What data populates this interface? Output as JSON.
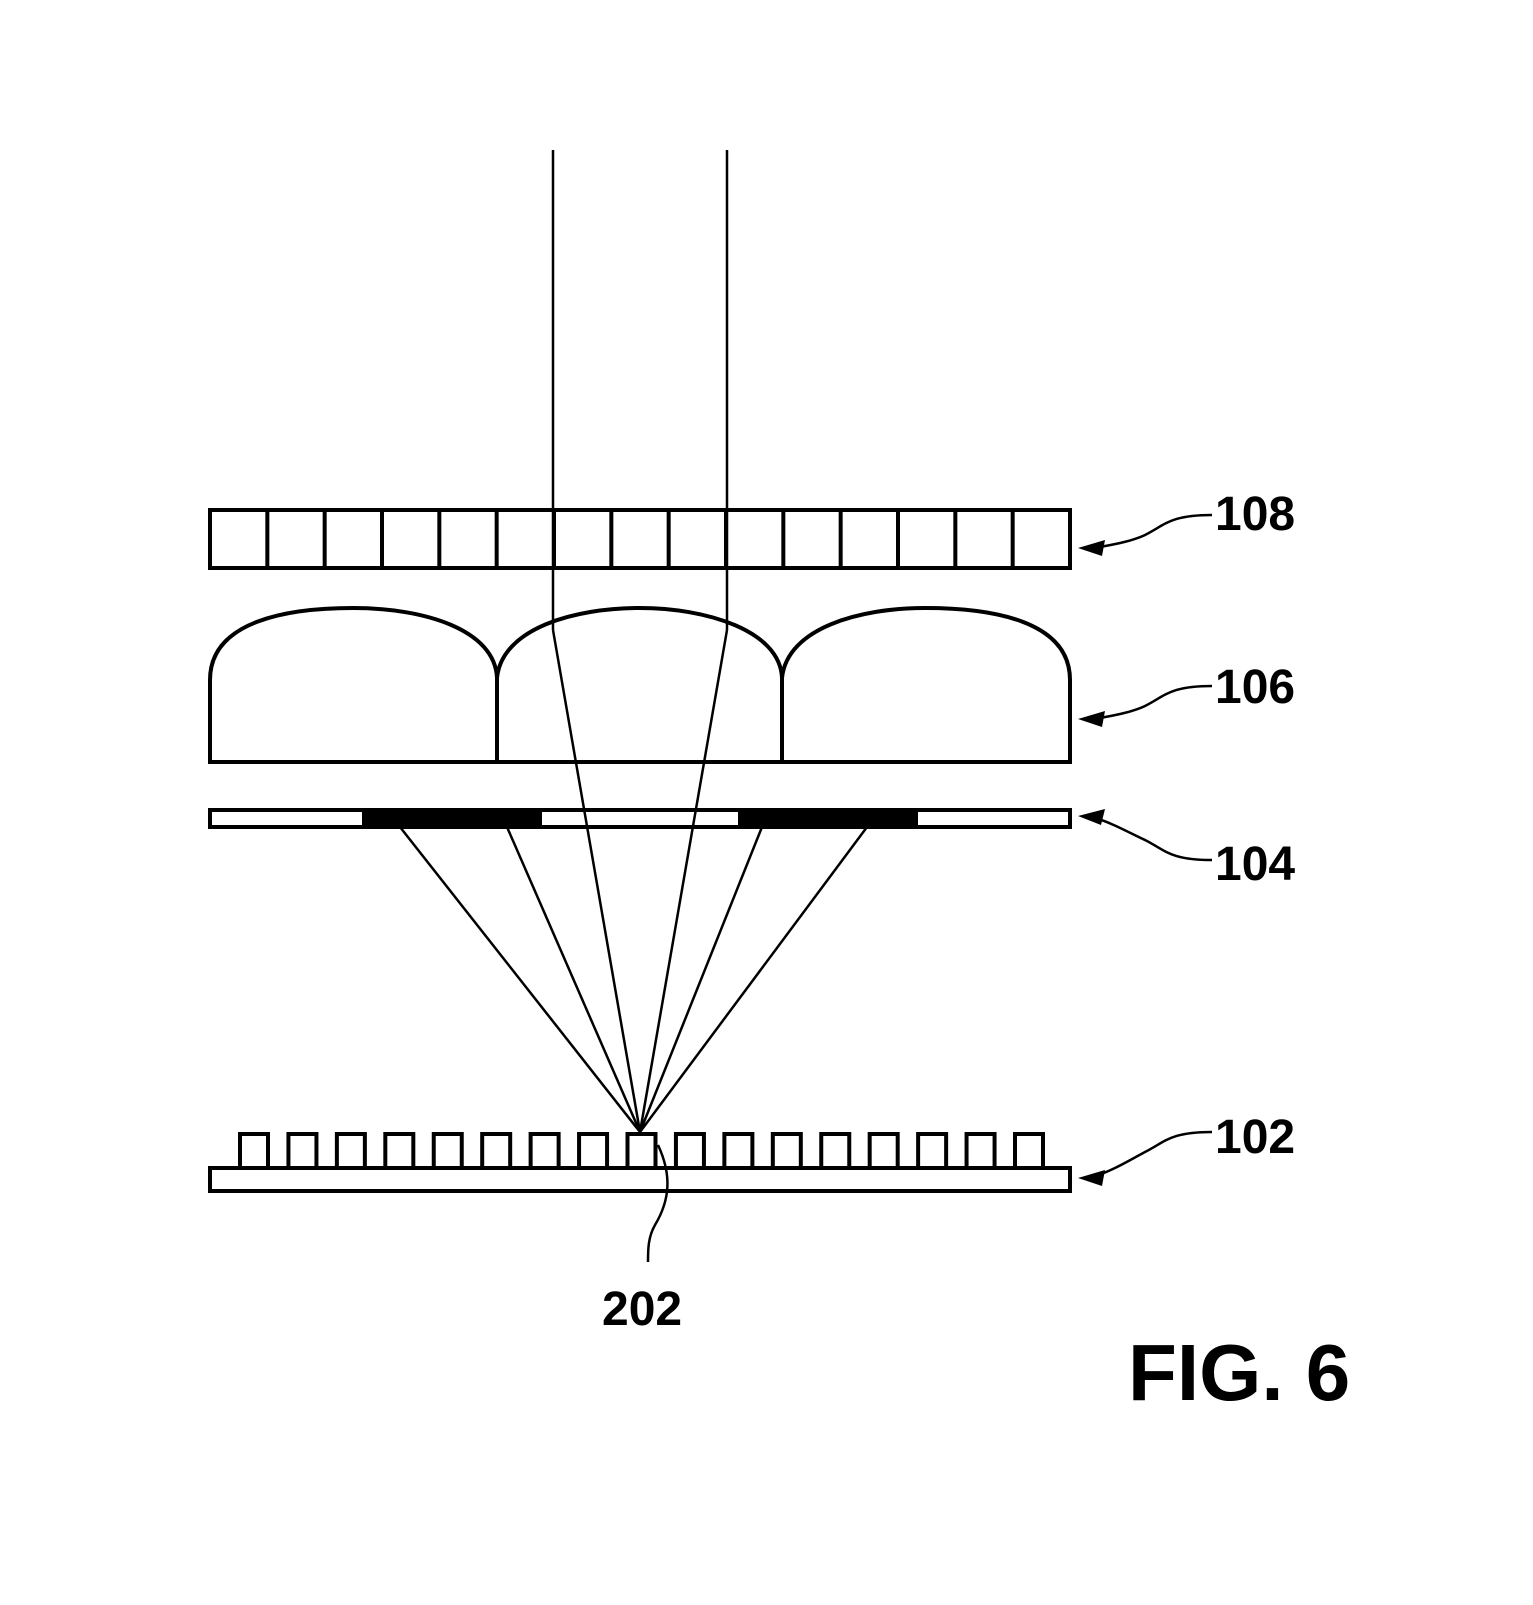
{
  "figure": {
    "caption": "FIG. 6",
    "labels": {
      "layer_108": "108",
      "layer_106": "106",
      "layer_104": "104",
      "layer_102": "102",
      "element_202": "202"
    }
  },
  "components": {
    "layer_108_cells": 15,
    "layer_106_lenses": 3,
    "layer_102_elements": 17
  },
  "colors": {
    "line": "#000000",
    "background": "#ffffff"
  }
}
